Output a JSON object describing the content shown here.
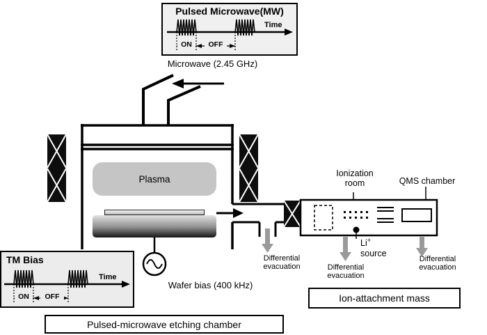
{
  "mw_panel": {
    "title": "Pulsed Microwave(MW)",
    "time": "Time",
    "on": "ON",
    "off": "OFF"
  },
  "microwave_label": "Microwave (2.45 GHz)",
  "chamber": {
    "plasma": "Plasma",
    "wafer_bias": "Wafer bias (400 kHz)"
  },
  "tm_panel": {
    "title": "TM Bias",
    "time": "Time",
    "on": "ON",
    "off": "OFF"
  },
  "analyzer": {
    "ionization_room": "Ionization room",
    "qms_chamber": "QMS chamber",
    "li_source": {
      "li": "Li",
      "plus": "+",
      "source": "source"
    },
    "diff_evac": [
      "Differential evacuation",
      "Differential evacuation",
      "Differential evacuation"
    ],
    "caption": "Ion-attachment mass"
  },
  "captions": {
    "etching_chamber": "Pulsed-microwave etching chamber"
  },
  "colors": {
    "panel_bg": "#f0f0f0",
    "plasma_fill": "#c5c5c5",
    "arrow_gray": "#9a9a9a",
    "line": "#000000"
  }
}
